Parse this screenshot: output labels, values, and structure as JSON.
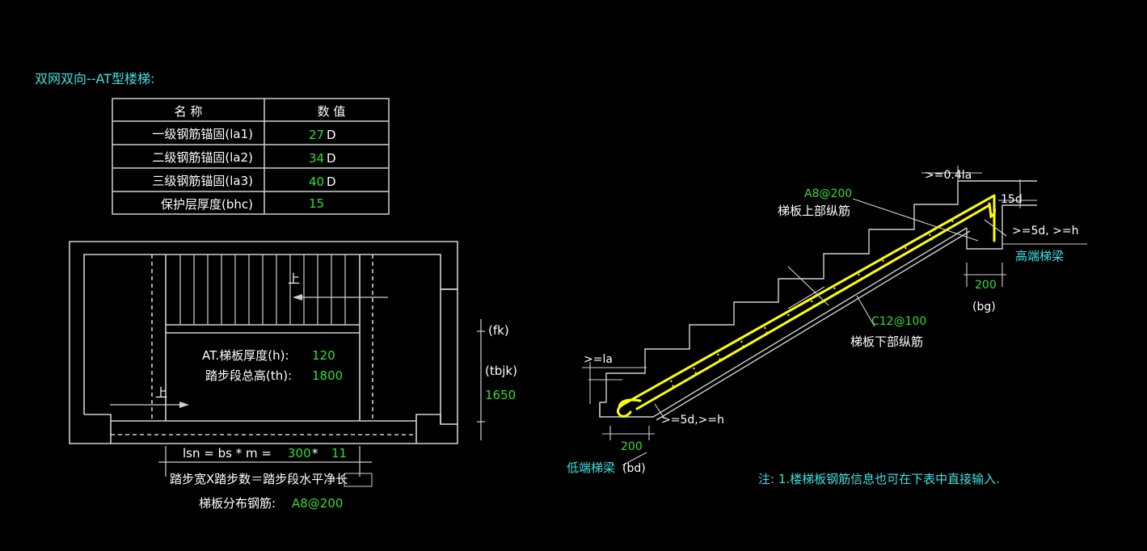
{
  "title": "双网双向--AT型楼梯:",
  "table": {
    "headers": [
      "名 称",
      "数 值"
    ],
    "rows": [
      {
        "label": "一级钢筋锚固(la1)",
        "value": "27",
        "unit": "D"
      },
      {
        "label": "二级钢筋锚固(la2)",
        "value": "34",
        "unit": "D"
      },
      {
        "label": "三级钢筋锚固(la3)",
        "value": "40",
        "unit": "D"
      },
      {
        "label": "保护层厚度(bhc)",
        "value": "15",
        "unit": ""
      }
    ]
  },
  "plan": {
    "up_label_1": "上",
    "up_label_2": "上",
    "thickness_label": "AT.梯板厚度(h):",
    "thickness_value": "120",
    "height_label": "踏步段总高(th):",
    "height_value": "1800",
    "fk_label": "(fk)",
    "tbjk_label": "(tbjk)",
    "width_value": "1650",
    "lsn_prefix": "lsn = bs * m = ",
    "step_width": "300",
    "times": " * ",
    "step_count": "11",
    "lsn_caption": "踏步宽X踏步数＝踏步段水平净长",
    "distrib_label": "梯板分布钢筋:",
    "distrib_value": "A8@200"
  },
  "section": {
    "top_bar_spec": "A8@200",
    "top_bar_label": "梯板上部纵筋",
    "bottom_bar_spec": "C12@100",
    "bottom_bar_label": "梯板下部纵筋",
    "dim_041la": ">=0.4la",
    "dim_15d": "15d",
    "dim_5d_h_high": ">=5d, >=h",
    "high_beam_label": "高端梯梁",
    "high_beam_width": "200",
    "high_beam_code": "(bg)",
    "dim_la": ">=la",
    "dim_5d_h_low": ">=5d,>=h",
    "low_beam_width": "200",
    "low_beam_label": "低端梯梁",
    "low_beam_code": "(bd)"
  },
  "note": "注: 1.楼梯板钢筋信息也可在下表中直接输入."
}
